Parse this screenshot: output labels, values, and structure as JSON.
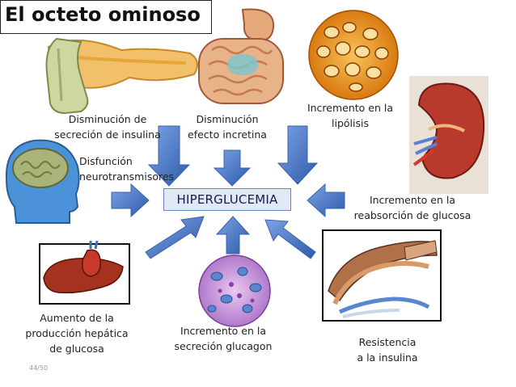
{
  "title": "El octeto ominoso",
  "center": "HIPERGLUCEMIA",
  "labels": {
    "pancreas": [
      "Disminución de",
      "secreción de insulina"
    ],
    "incretin": [
      "Disminución",
      "efecto incretina"
    ],
    "lipolysis": [
      "Incremento en la",
      "lipólisis"
    ],
    "brain": [
      "Disfunción",
      "neurotransmisores"
    ],
    "kidney": [
      "Incremento en la",
      "reabsorción de glucosa"
    ],
    "liver": [
      "Aumento de la",
      "producción hepática",
      "de glucosa"
    ],
    "glucagon": [
      "Incremento en la",
      "secreción glucagon"
    ],
    "muscle": [
      "Resistencia",
      "a la insulina"
    ]
  },
  "page": "44/50",
  "colors": {
    "arrow": "#4f7fd0",
    "arrow_dark": "#2f5aa8",
    "box_fill": "#e3e8f6",
    "box_border": "#6b84c4"
  }
}
